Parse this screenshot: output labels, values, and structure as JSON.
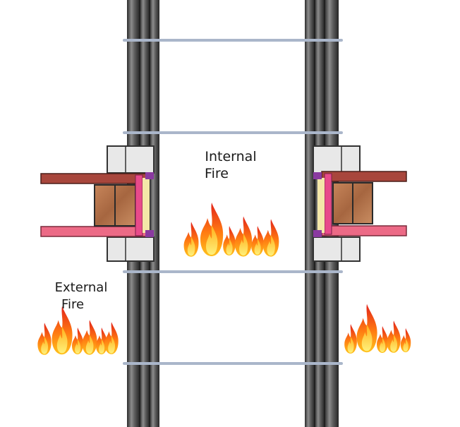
{
  "labels": {
    "internal_line1": "Internal",
    "internal_line2": "Fire",
    "external_line1": "External",
    "external_line2": "Fire"
  },
  "colors": {
    "pipe_dark": "#3a3a3a",
    "pipe_mid": "#6b6b6b",
    "pipe_light": "#9a9a9a",
    "tie_bar": "#b9c4d6",
    "block_fill": "#e6e6e6",
    "block_stroke": "#333333",
    "steel_top": "#a0413a",
    "steel_bottom": "#e8607a",
    "timber": "#b0714a",
    "seal_pink": "#e84a8a",
    "seal_yellow": "#f3e6a6",
    "seal_purple": "#8a3aa0",
    "flame_outer": "#ff6a10",
    "flame_inner": "#ffd21a"
  },
  "icons": {
    "flame": "flame-icon"
  }
}
